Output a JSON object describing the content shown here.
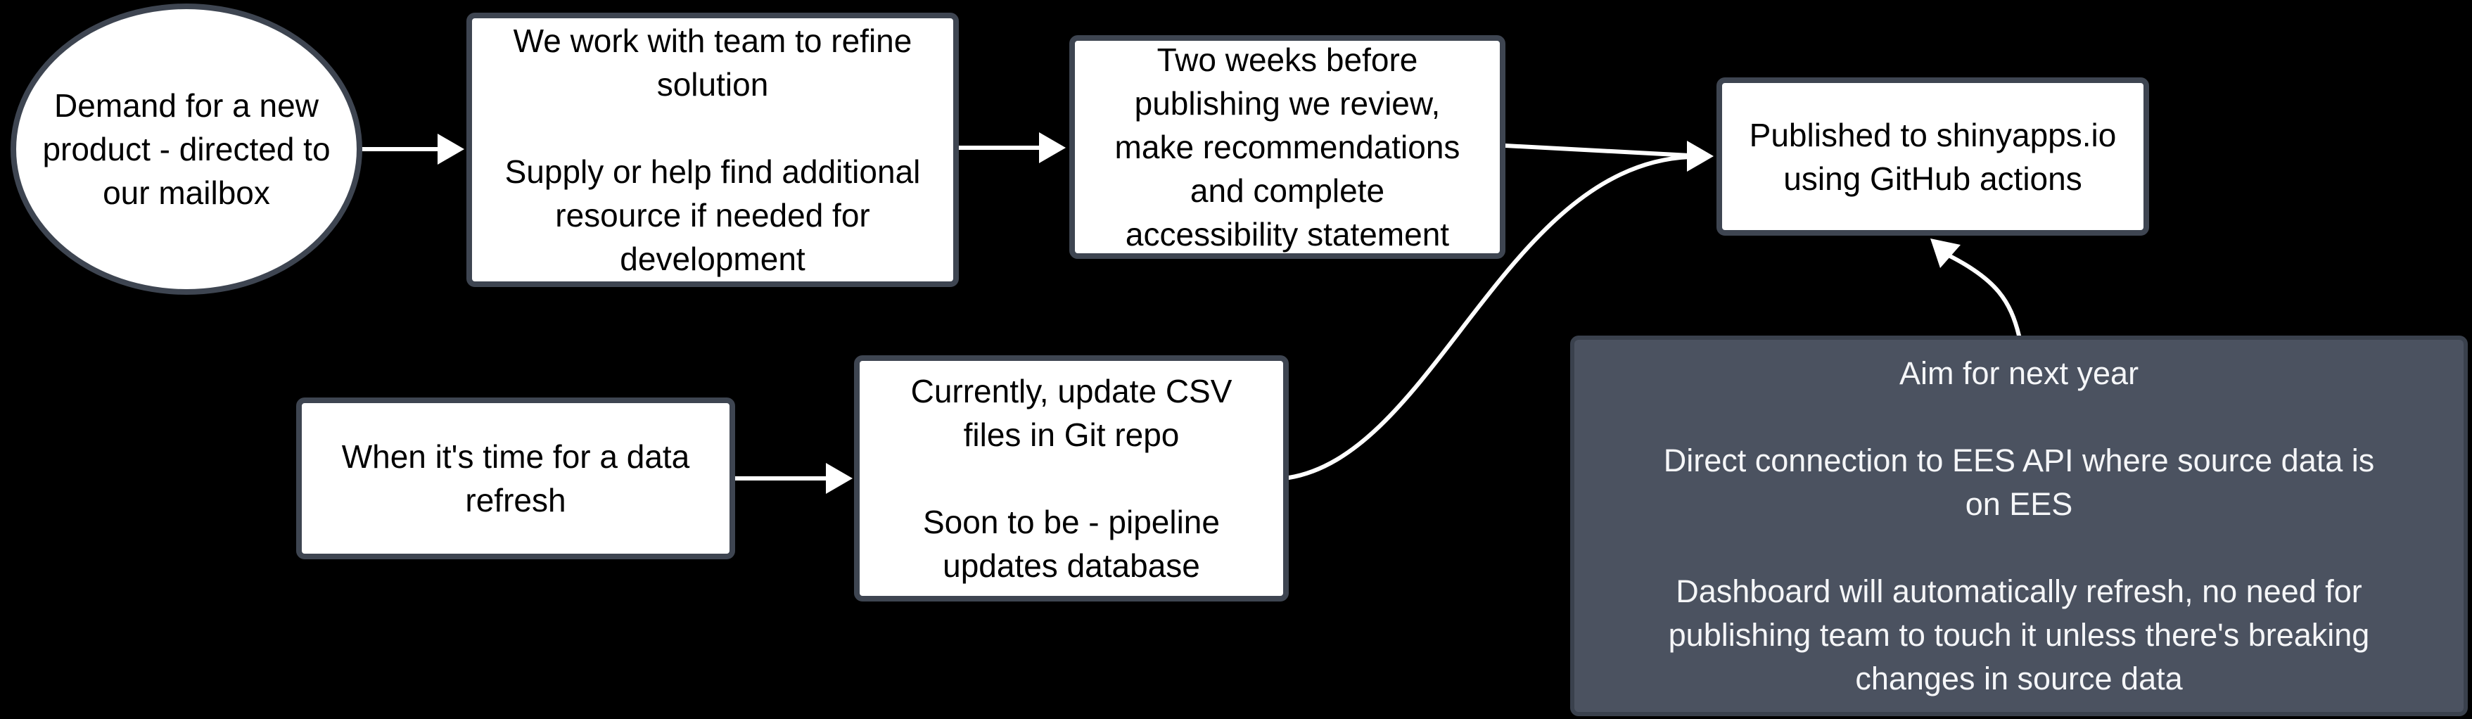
{
  "diagram": {
    "colors": {
      "background": "#000000",
      "node_fill": "#ffffff",
      "node_border": "#3e4551",
      "node_text": "#000000",
      "highlight_fill": "#4b5260",
      "highlight_border": "#3a414d",
      "highlight_text": "#f5f6f8",
      "connector": "#ffffff"
    },
    "nodes": {
      "start": {
        "shape": "ellipse",
        "text": "Demand for a new\nproduct - directed to\nour mailbox"
      },
      "refine": {
        "shape": "rounded-rectangle",
        "text": "We work with team to refine\nsolution\n\nSupply or help find additional\nresource if needed for\ndevelopment"
      },
      "review": {
        "shape": "rounded-rectangle",
        "text": "Two weeks before\npublishing we review,\nmake recommendations\nand complete\naccessibility statement"
      },
      "published": {
        "shape": "rounded-rectangle",
        "text": "Published to shinyapps.io\nusing GitHub actions"
      },
      "refresh": {
        "shape": "rounded-rectangle",
        "text": "When it's time for a data\nrefresh"
      },
      "currently": {
        "shape": "rounded-rectangle",
        "text": "Currently, update CSV\nfiles in Git repo\n\nSoon to be - pipeline\nupdates database"
      },
      "aim": {
        "shape": "rounded-rectangle-highlight",
        "text": "Aim for next year\n\nDirect connection to EES API where source data is\non EES\n\nDashboard will automatically refresh, no need for\npublishing team to touch it unless there's breaking\nchanges in source data"
      }
    },
    "edges": [
      {
        "from": "start",
        "to": "refine",
        "style": "straight-arrow"
      },
      {
        "from": "refine",
        "to": "review",
        "style": "straight-arrow"
      },
      {
        "from": "review",
        "to": "published",
        "style": "straight-arrow"
      },
      {
        "from": "refresh",
        "to": "currently",
        "style": "straight-arrow"
      },
      {
        "from": "currently",
        "to": "published",
        "style": "curved-arrow"
      },
      {
        "from": "aim",
        "to": "published",
        "style": "curved-arrow"
      }
    ]
  }
}
